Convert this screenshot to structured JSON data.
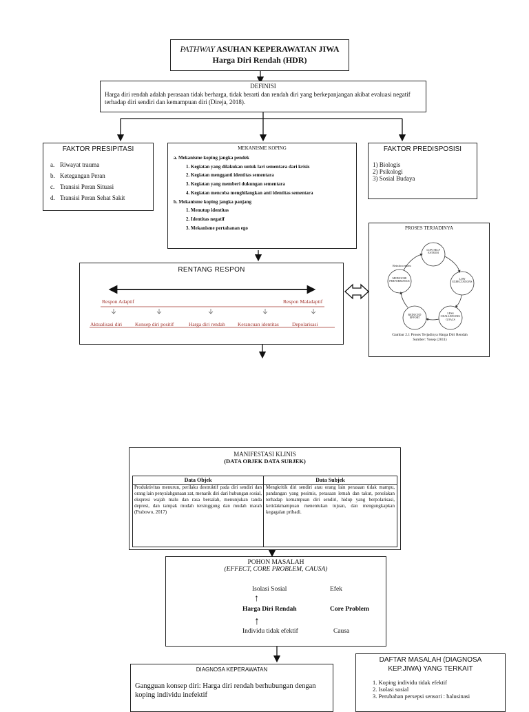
{
  "title": {
    "line1_italic": "PATHWAY",
    "line1_rest": " ASUHAN KEPERAWATAN JIWA",
    "line2": "Harga Diri Rendah (HDR)"
  },
  "definisi": {
    "heading": "DEFINISI",
    "text": "Harga diri rendah adalah perasaan tidak berharga, tidak berarti dan rendah diri yang berkepanjangan akibat evaluasi negatif terhadap diri sendiri dan kemampuan diri (Direja, 2018)."
  },
  "faktor_presipitasi": {
    "heading": "FAKTOR PRESIPITASI",
    "items": [
      {
        "marker": "a.",
        "text": "Riwayat trauma"
      },
      {
        "marker": "b.",
        "text": "Ketegangan Peran"
      },
      {
        "marker": "c.",
        "text": "Transisi Peran Situasi"
      },
      {
        "marker": "d.",
        "text": "Transisi Peran Sehat Sakit"
      }
    ]
  },
  "mekanisme_koping": {
    "heading": "MEKANISME KOPING",
    "a_label": "a.   Mekanisme koping jangka pendek",
    "a_items": [
      "1. Kegiatan yang dilakukan untuk lari sementara dari krisis",
      "2. Kegiatan mengganti identitas sementara",
      "3. Kegiatan yang memberi dukungan sementara",
      "4. Kegiatan mencoba menghilangkan anti identitas sementara"
    ],
    "b_label": "b.   Mekanisme koping jangka panjang",
    "b_items": [
      "1. Menutup identitas",
      "2. Identitas negatif",
      "3. Mekanisme pertahanan ego"
    ]
  },
  "faktor_predisposisi": {
    "heading": "FAKTOR PREDISPOSISI",
    "items": [
      "1) Biologis",
      "2) Psikologi",
      "3) Sosial Budaya"
    ]
  },
  "proses": {
    "heading": "PROSES TERJADINYA",
    "nodes": [
      "LOW SELF ESTEEM",
      "LOW EXPECTATIONS",
      "LESS CHALLENGING GOALS",
      "REDUCED EFFORT",
      "MEDIOCRE PERFORMANCE"
    ],
    "reinforcement": "Reinforcement",
    "caption1": "Gambar 2.1 Proses Terjadinya Harga Diri Rendah",
    "caption2": "Sumber: Yosep (2011)"
  },
  "rentang": {
    "heading": "RENTANG RESPON",
    "adaptif": "Respon Adaptif",
    "maladaptif": "Respon Maladaptif",
    "items": [
      "Aktualisasi diri",
      "Konsep diri positif",
      "Harga diri rendah",
      "Kerancuan identitas",
      "Depolarisasi"
    ],
    "colors": {
      "label": "#a0302a"
    }
  },
  "manifestasi": {
    "heading": "MANIFESTASI KLINIS",
    "subheading": "(DATA OBJEK DATA SUBJEK)",
    "objek_title": "Data Objek",
    "subjek_title": "Data Subjek",
    "objek_text": "Produktivitas menurun, perilaku destruktif pada diri sendiri dan orang lain penyalahgunaan zat, menarik diri dari hubungan sosial, ekspresi wajah malu dan rasa bersalah, menunjukan tanda depresi, dan tampak mudah tersinggung dan mudah marah (Prabowo, 2017)",
    "subjek_text": "Mengkritik diri sendiri atau orang lain perasaan tidak mampu, pandangan yang pesimis, perasaan lemah dan takut, penolakan terhadap kemampuan diri sendiri, hidup yang berpolarisasi, ketidakmampuan menentukan tujuan, dan mengungkapkan kegagalan pribadi."
  },
  "pohon": {
    "heading": "POHON MASALAH",
    "subheading": "(EFFECT, CORE PROBLEM, CAUSA)",
    "row1_left": "Isolasi Sosial",
    "row1_right": "Efek",
    "row2_left": "Harga Diri Rendah",
    "row2_right": "Core Problem",
    "row3_left": "Individu tidak efektif",
    "row3_right": "Causa"
  },
  "diagnosa": {
    "heading": "DIAGNOSA KEPERAWATAN",
    "text": "Gangguan konsep diri: Harga diri rendah berhubungan dengan koping individu inefektif"
  },
  "daftar": {
    "heading": "DAFTAR MASALAH (DIAGNOSA KEP.JIWA) YANG TERKAIT",
    "items": [
      "1.   Koping individu tidak efektif",
      "2.   Isolasi sosial",
      "3.   Perubahan persepsi sensori : halusinasi"
    ]
  }
}
